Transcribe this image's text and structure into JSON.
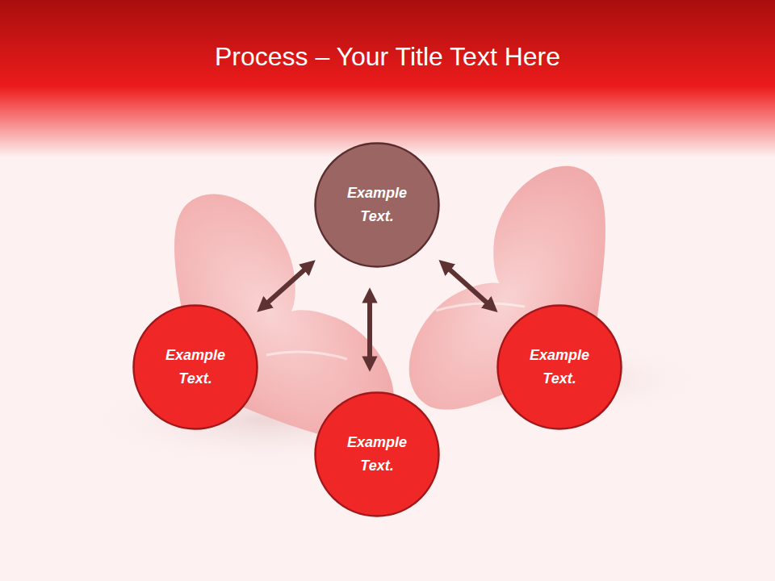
{
  "diagram": {
    "title": "Process – Your Title Text Here",
    "nodes": [
      {
        "text": [
          "Example Text."
        ]
      },
      {
        "text": [
          "Example Text."
        ]
      },
      {
        "text": [
          "Example Text."
        ]
      },
      {
        "text": [
          "Example Text."
        ]
      }
    ],
    "edges": [
      {
        "from": 0,
        "to": 1,
        "arrow": "both"
      },
      {
        "from": 0,
        "to": 2,
        "arrow": "both"
      },
      {
        "from": 0,
        "to": 3,
        "arrow": "both"
      }
    ]
  }
}
